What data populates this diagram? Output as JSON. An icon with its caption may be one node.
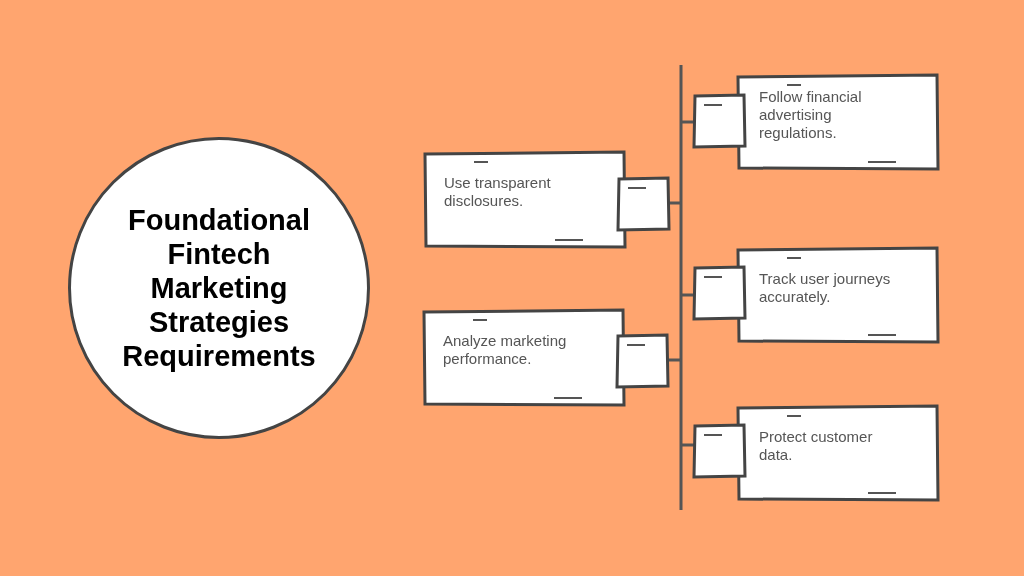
{
  "diagram": {
    "nodes": [
      {
        "text": [
          "Foundational Fintech Marketing Strategies Requirements"
        ]
      },
      {
        "text": [
          "Follow financial advertising regulations."
        ]
      },
      {
        "text": [
          "Use transparent disclosures."
        ]
      },
      {
        "text": [
          "Track user journeys accurately."
        ]
      },
      {
        "text": [
          "Analyze marketing performance."
        ]
      },
      {
        "text": [
          "Protect customer data."
        ]
      }
    ]
  }
}
